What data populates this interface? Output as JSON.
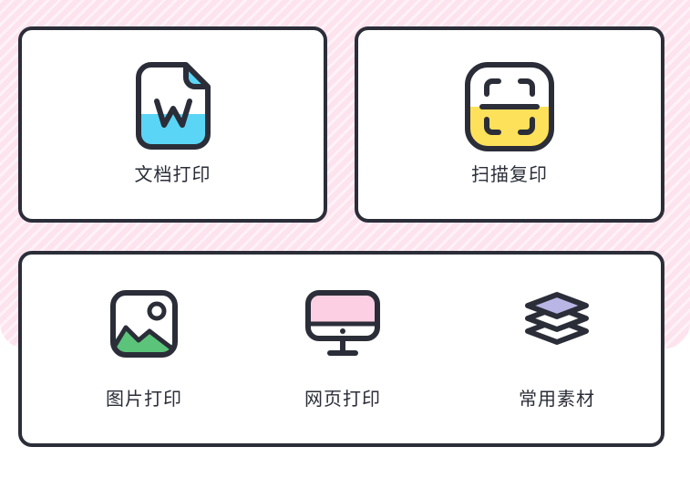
{
  "colors": {
    "outline": "#2b2e38",
    "page_background_pink": "#fde3ee",
    "doc_fill": "#5bd5f5",
    "scan_fill": "#fde15a",
    "image_mountain": "#5bc47a",
    "web_screen": "#fcd0e2",
    "material_top": "#b9b6e6"
  },
  "cards": {
    "document_print": {
      "label": "文档打印",
      "icon": "word-document-icon"
    },
    "scan_copy": {
      "label": "扫描复印",
      "icon": "scan-frame-icon"
    }
  },
  "row": {
    "items": [
      {
        "label": "图片打印",
        "icon": "image-icon"
      },
      {
        "label": "网页打印",
        "icon": "monitor-icon"
      },
      {
        "label": "常用素材",
        "icon": "layers-icon"
      }
    ]
  }
}
